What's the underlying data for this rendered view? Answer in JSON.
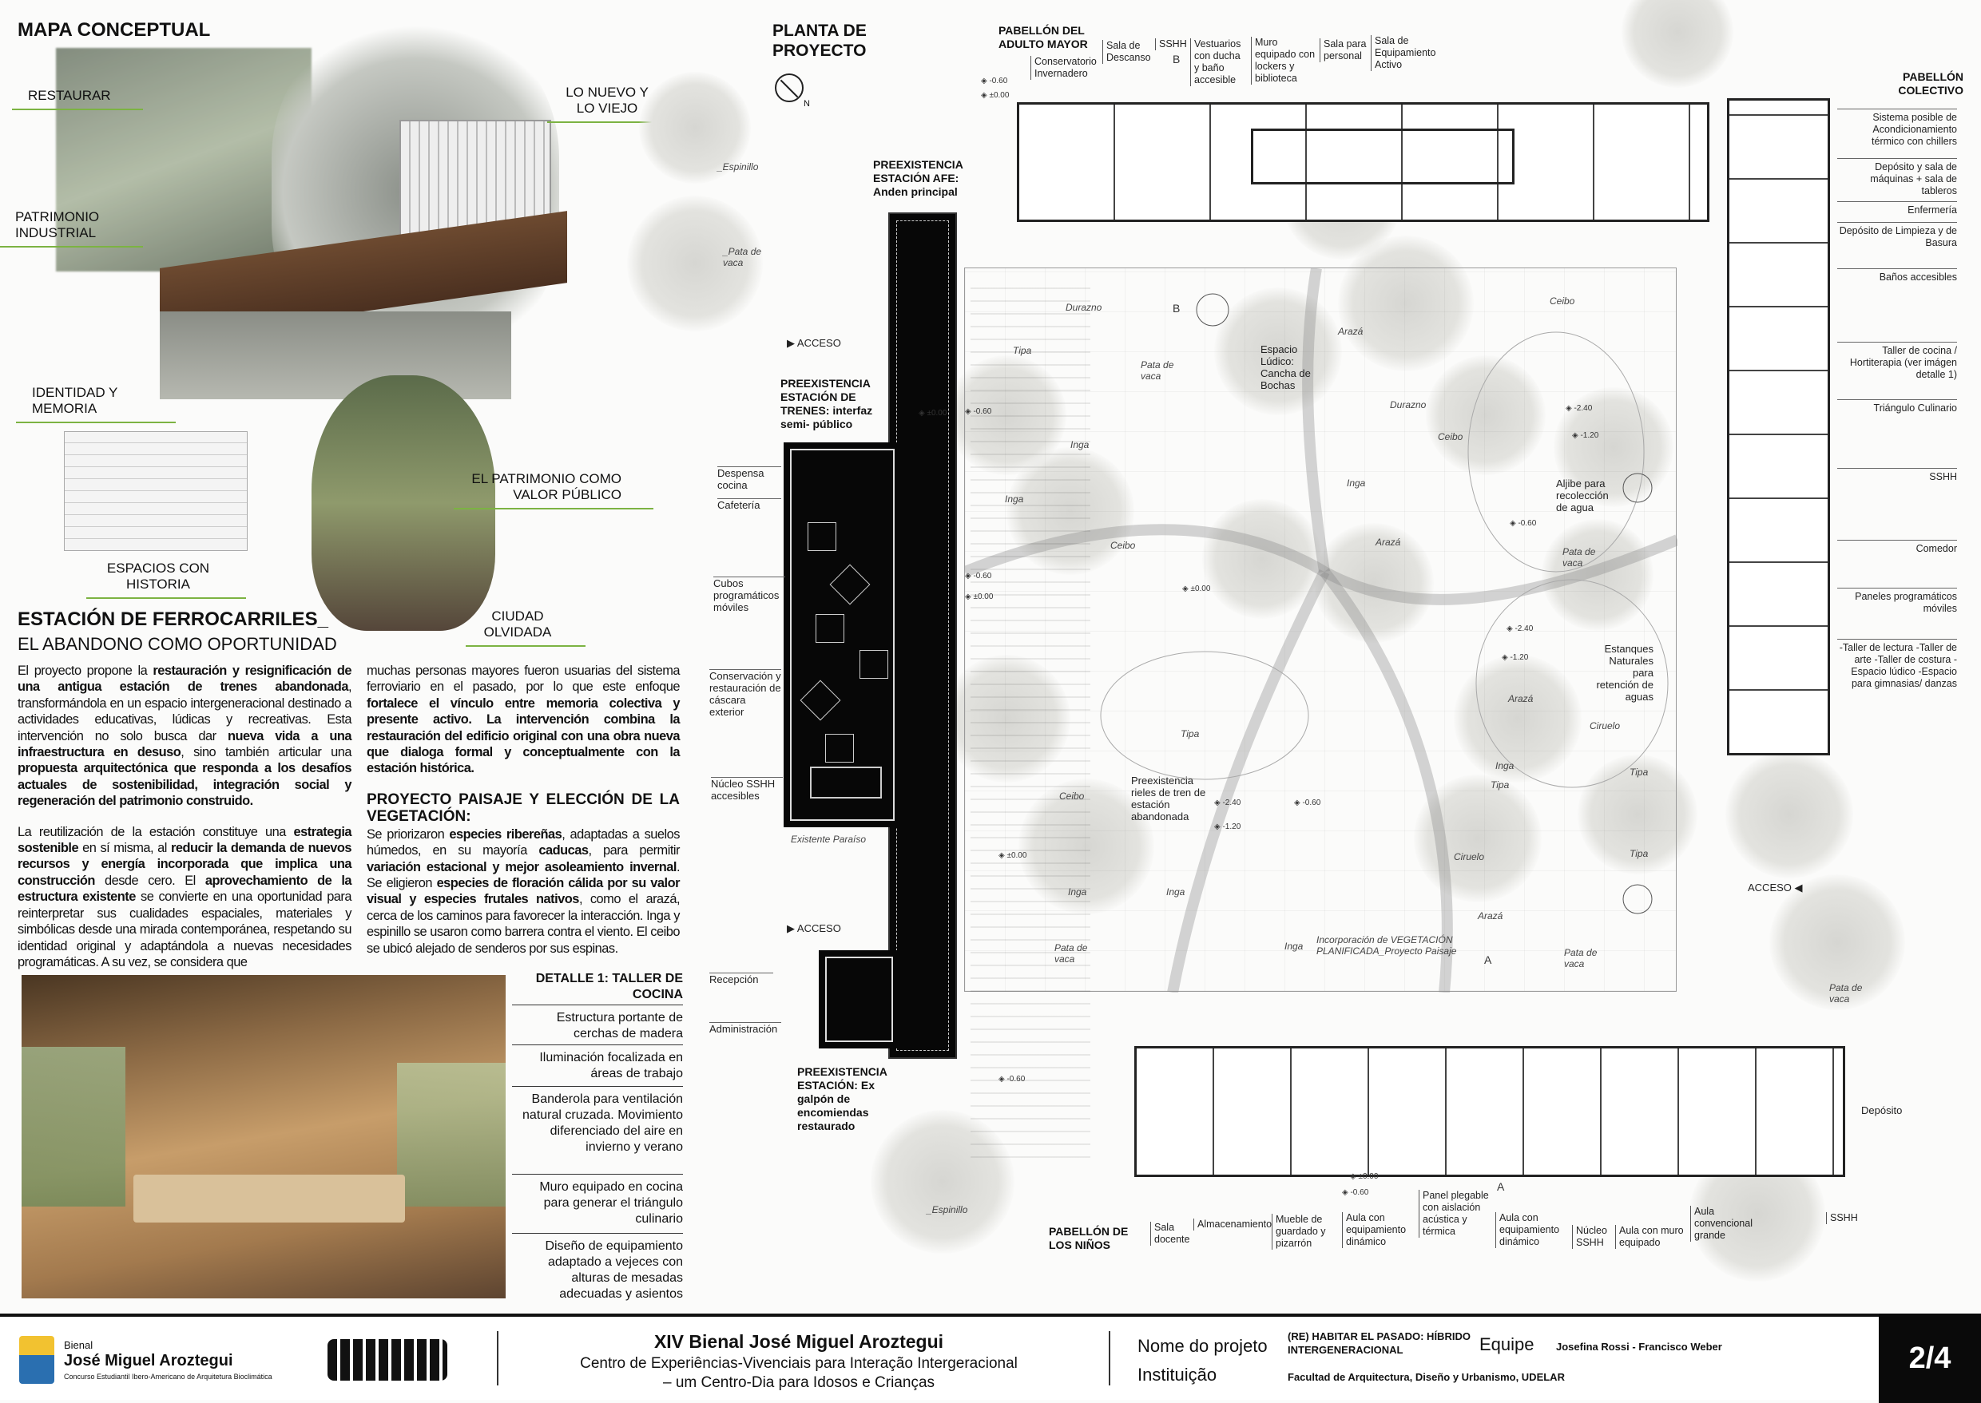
{
  "concept_map": {
    "title": "MAPA CONCEPTUAL",
    "labels": [
      "RESTAURAR",
      "PATRIMONIO INDUSTRIAL",
      "IDENTIDAD Y MEMORIA",
      "ESPACIOS CON HISTORIA",
      "LO NUEVO Y LO VIEJO",
      "EL PATRIMONIO COMO VALOR PÚBLICO",
      "CIUDAD OLVIDADA"
    ]
  },
  "intro": {
    "title": "ESTACIÓN DE FERROCARRILES_",
    "subtitle": "EL ABANDONO COMO OPORTUNIDAD",
    "col1": [
      [
        [
          "El proyecto propone la ",
          0
        ],
        [
          "restauración y resignificación de una antigua estación de trenes abandonada",
          1
        ],
        [
          ", transformándola en un espacio intergeneracional destinado a actividades educativas, lúdicas y recreativas. Esta intervención no solo busca dar ",
          0
        ],
        [
          "nueva vida a una infraestructura en desuso",
          1
        ],
        [
          ", sino también articular una ",
          0
        ],
        [
          "propuesta arquitectónica que responda a los desafíos actuales de sostenibilidad, integración social y regeneración del patrimonio construido.",
          1
        ]
      ],
      [
        [
          "La reutilización de la estación constituye una ",
          0
        ],
        [
          "estrategia sostenible",
          1
        ],
        [
          " en sí misma, al ",
          0
        ],
        [
          "reducir la demanda de nuevos recursos y energía incorporada que implica una construcción",
          1
        ],
        [
          " desde cero. El ",
          0
        ],
        [
          "aprovechamiento de la estructura existente",
          1
        ],
        [
          " se convierte en una oportunidad para reinterpretar sus cualidades espaciales, materiales y simbólicas desde una mirada contemporánea, respetando su identidad original y adaptándola a nuevas necesidades programáticas. A su vez, se considera que",
          0
        ]
      ]
    ],
    "col2": [
      [
        [
          "muchas personas mayores fueron usuarias del sistema ferroviario en el pasado, por lo que este enfoque ",
          0
        ],
        [
          "fortalece el vínculo entre memoria colectiva y presente activo. La intervención combina la restauración del edificio original con una obra nueva que dialoga formal y conceptualmente con la estación histórica.",
          1
        ]
      ]
    ],
    "landscape_title": "PROYECTO PAISAJE Y ELECCIÓN DE LA VEGETACIÓN:",
    "landscape": [
      [
        [
          "Se priorizaron ",
          0
        ],
        [
          "especies ribereñas",
          1
        ],
        [
          ", adaptadas a suelos húmedos, en su mayoría ",
          0
        ],
        [
          "caducas",
          1
        ],
        [
          ", para permitir ",
          0
        ],
        [
          "variación estacional y mejor asoleamiento invernal",
          1
        ],
        [
          ". Se eligieron ",
          0
        ],
        [
          "especies de floración cálida por su valor visual y especies frutales nativos",
          1
        ],
        [
          ", como el arazá, cerca de los caminos para favorecer la interacción. Inga y espinillo se usaron como barrera contra el viento. El ceibo se ubicó alejado de senderos por sus espinas.",
          0
        ]
      ]
    ]
  },
  "detail": {
    "title": "DETALLE 1: TALLER DE COCINA",
    "items": [
      "Estructura portante de cerchas de madera",
      "Iluminación focalizada en áreas de trabajo",
      "Banderola para ventilación natural cruzada. Movimiento diferenciado del aire en invierno y verano",
      "Muro equipado en cocina para generar el triángulo culinario",
      "Diseño de equipamiento adaptado a vejeces con alturas de mesadas adecuadas y asientos"
    ]
  },
  "plan": {
    "title": "PLANTA DE PROYECTO",
    "north": "N",
    "station": {
      "afe": "PREEXISTENCIA ESTACIÓN AFE: Anden principal",
      "trenes": "PREEXISTENCIA ESTACIÓN DE TRENES: interfaz semi- público",
      "galpon": "PREEXISTENCIA ESTACIÓN: Ex galpón de encomiendas restaurado",
      "labels": [
        "Despensa cocina",
        "Cafetería",
        "Cubos programáticos móviles",
        "Conservación y restauración de cáscara exterior",
        "Núcleo SSHH accesibles",
        "Recepción",
        "Administración"
      ],
      "access": "ACCESO",
      "existing": "Existente Paraíso"
    },
    "adulto": {
      "title": "PABELLÓN DEL ADULTO MAYOR",
      "rooms": [
        "Conservatorio Invernadero",
        "Sala de Descanso",
        "SSHH",
        "Vestuarios con ducha y baño accesible",
        "Muro equipado con lockers y biblioteca",
        "Sala para personal",
        "Sala de Equipamiento Activo"
      ]
    },
    "colectivo": {
      "title": "PABELLÓN COLECTIVO",
      "rooms": [
        "Sistema posible de Acondicionamiento térmico con chillers",
        "Depósito y sala de máquinas + sala de tableros",
        "Enfermería",
        "Depósito de Limpieza y de Basura",
        "Baños accesibles",
        "Taller de cocina / Hortiterapia (ver imágen detalle 1)",
        "Triángulo Culinario",
        "SSHH",
        "Comedor",
        "Paneles programáticos móviles",
        "-Taller de lectura -Taller de arte -Taller de costura -Espacio lúdico -Espacio para gimnasias/ danzas"
      ],
      "access": "ACCESO",
      "deposito": "Depósito"
    },
    "ninos": {
      "title": "PABELLÓN DE LOS NIÑOS",
      "rooms": [
        "Sala docente",
        "Almacenamiento",
        "Mueble de guardado y pizarrón",
        "Aula con equipamiento dinámico",
        "Panel plegable con aislación acústica y térmica",
        "Aula con equipamiento dinámico",
        "Núcleo SSHH",
        "Aula con muro equipado",
        "Aula convencional grande",
        "SSHH"
      ]
    },
    "park": {
      "labels": [
        "Espacio Lúdico: Cancha de Bochas",
        "Aljibe para recolección de agua",
        "Estanques Naturales para retención de aguas",
        "Preexistencia rieles de tren de estación abandonada",
        "Incorporación de VEGETACIÓN PLANIFICADA_Proyecto Paisaje"
      ],
      "species": [
        "_Espinillo",
        "_Pata de vaca",
        "Durazno",
        "Tipa",
        "Arazá",
        "Pata de vaca",
        "Inga",
        "Ceibo",
        "Durazno",
        "Inga",
        "Ceibo",
        "Arazá",
        "Pata de vaca",
        "Inga",
        "Ceibo",
        "Tipa",
        "Arazá",
        "Ciruelo",
        "Tipa",
        "Ceibo",
        "Inga",
        "Tipa",
        "Ciruelo",
        "Inga",
        "Arazá",
        "Inga",
        "Pata de vaca",
        "Pata de vaca",
        "Tipa",
        "Inga",
        "Pata de vaca",
        "_Espinillo"
      ],
      "levels": [
        "-0.60",
        "±0.00",
        "-0.60",
        "±0.00",
        "-0.60",
        "±0.00",
        "-2.40",
        "-1.20",
        "-0.60",
        "±0.00",
        "-2.40",
        "-1.20",
        "-2.40",
        "-1.20",
        "-0.60",
        "±0.00",
        "-0.60",
        "±0.00",
        "-0.60"
      ],
      "sections": [
        "B",
        "B",
        "A",
        "A"
      ]
    }
  },
  "footer": {
    "bienal_small": "Bienal",
    "bienal_name": "José Miguel Aroztegui",
    "bienal_sub": "Concurso Estudiantil Ibero-Americano de Arquitetura Bioclimática",
    "title": "XIV Bienal José Miguel Aroztegui",
    "sub1": "Centro de Experiências-Vivenciais para Interação Intergeracional",
    "sub2": "– um Centro-Dia para Idosos e Crianças",
    "project_label": "Nome do projeto",
    "project_name": "(RE) HABITAR EL PASADO: HÍBRIDO INTERGENERACIONAL",
    "team_label": "Equipe",
    "team": "Josefina Rossi - Francisco Weber",
    "inst_label": "Instituição",
    "inst": "Facultad de Arquitectura, Diseño y Urbanismo, UDELAR",
    "page": "2/4"
  },
  "colors": {
    "accent_green": "#7cb342",
    "dark": "#0a0a0a"
  }
}
